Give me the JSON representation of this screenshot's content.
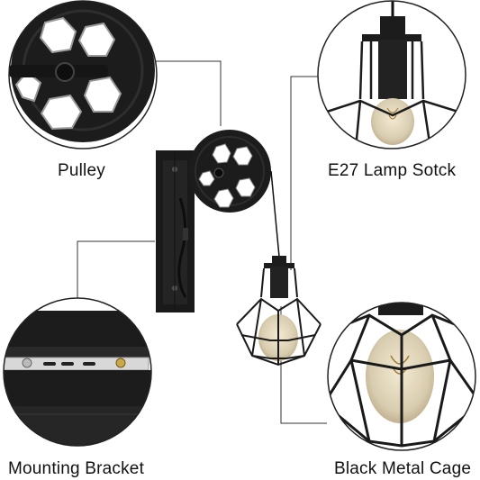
{
  "callouts": {
    "pulley": "Pulley",
    "socket": "E27 Lamp Sotck",
    "bracket": "Mounting Bracket",
    "cage": "Black Metal Cage"
  },
  "colors": {
    "metal": "#1c1c1c",
    "outline": "#333333",
    "bulb": "#d9cdb0",
    "background": "#ffffff"
  }
}
